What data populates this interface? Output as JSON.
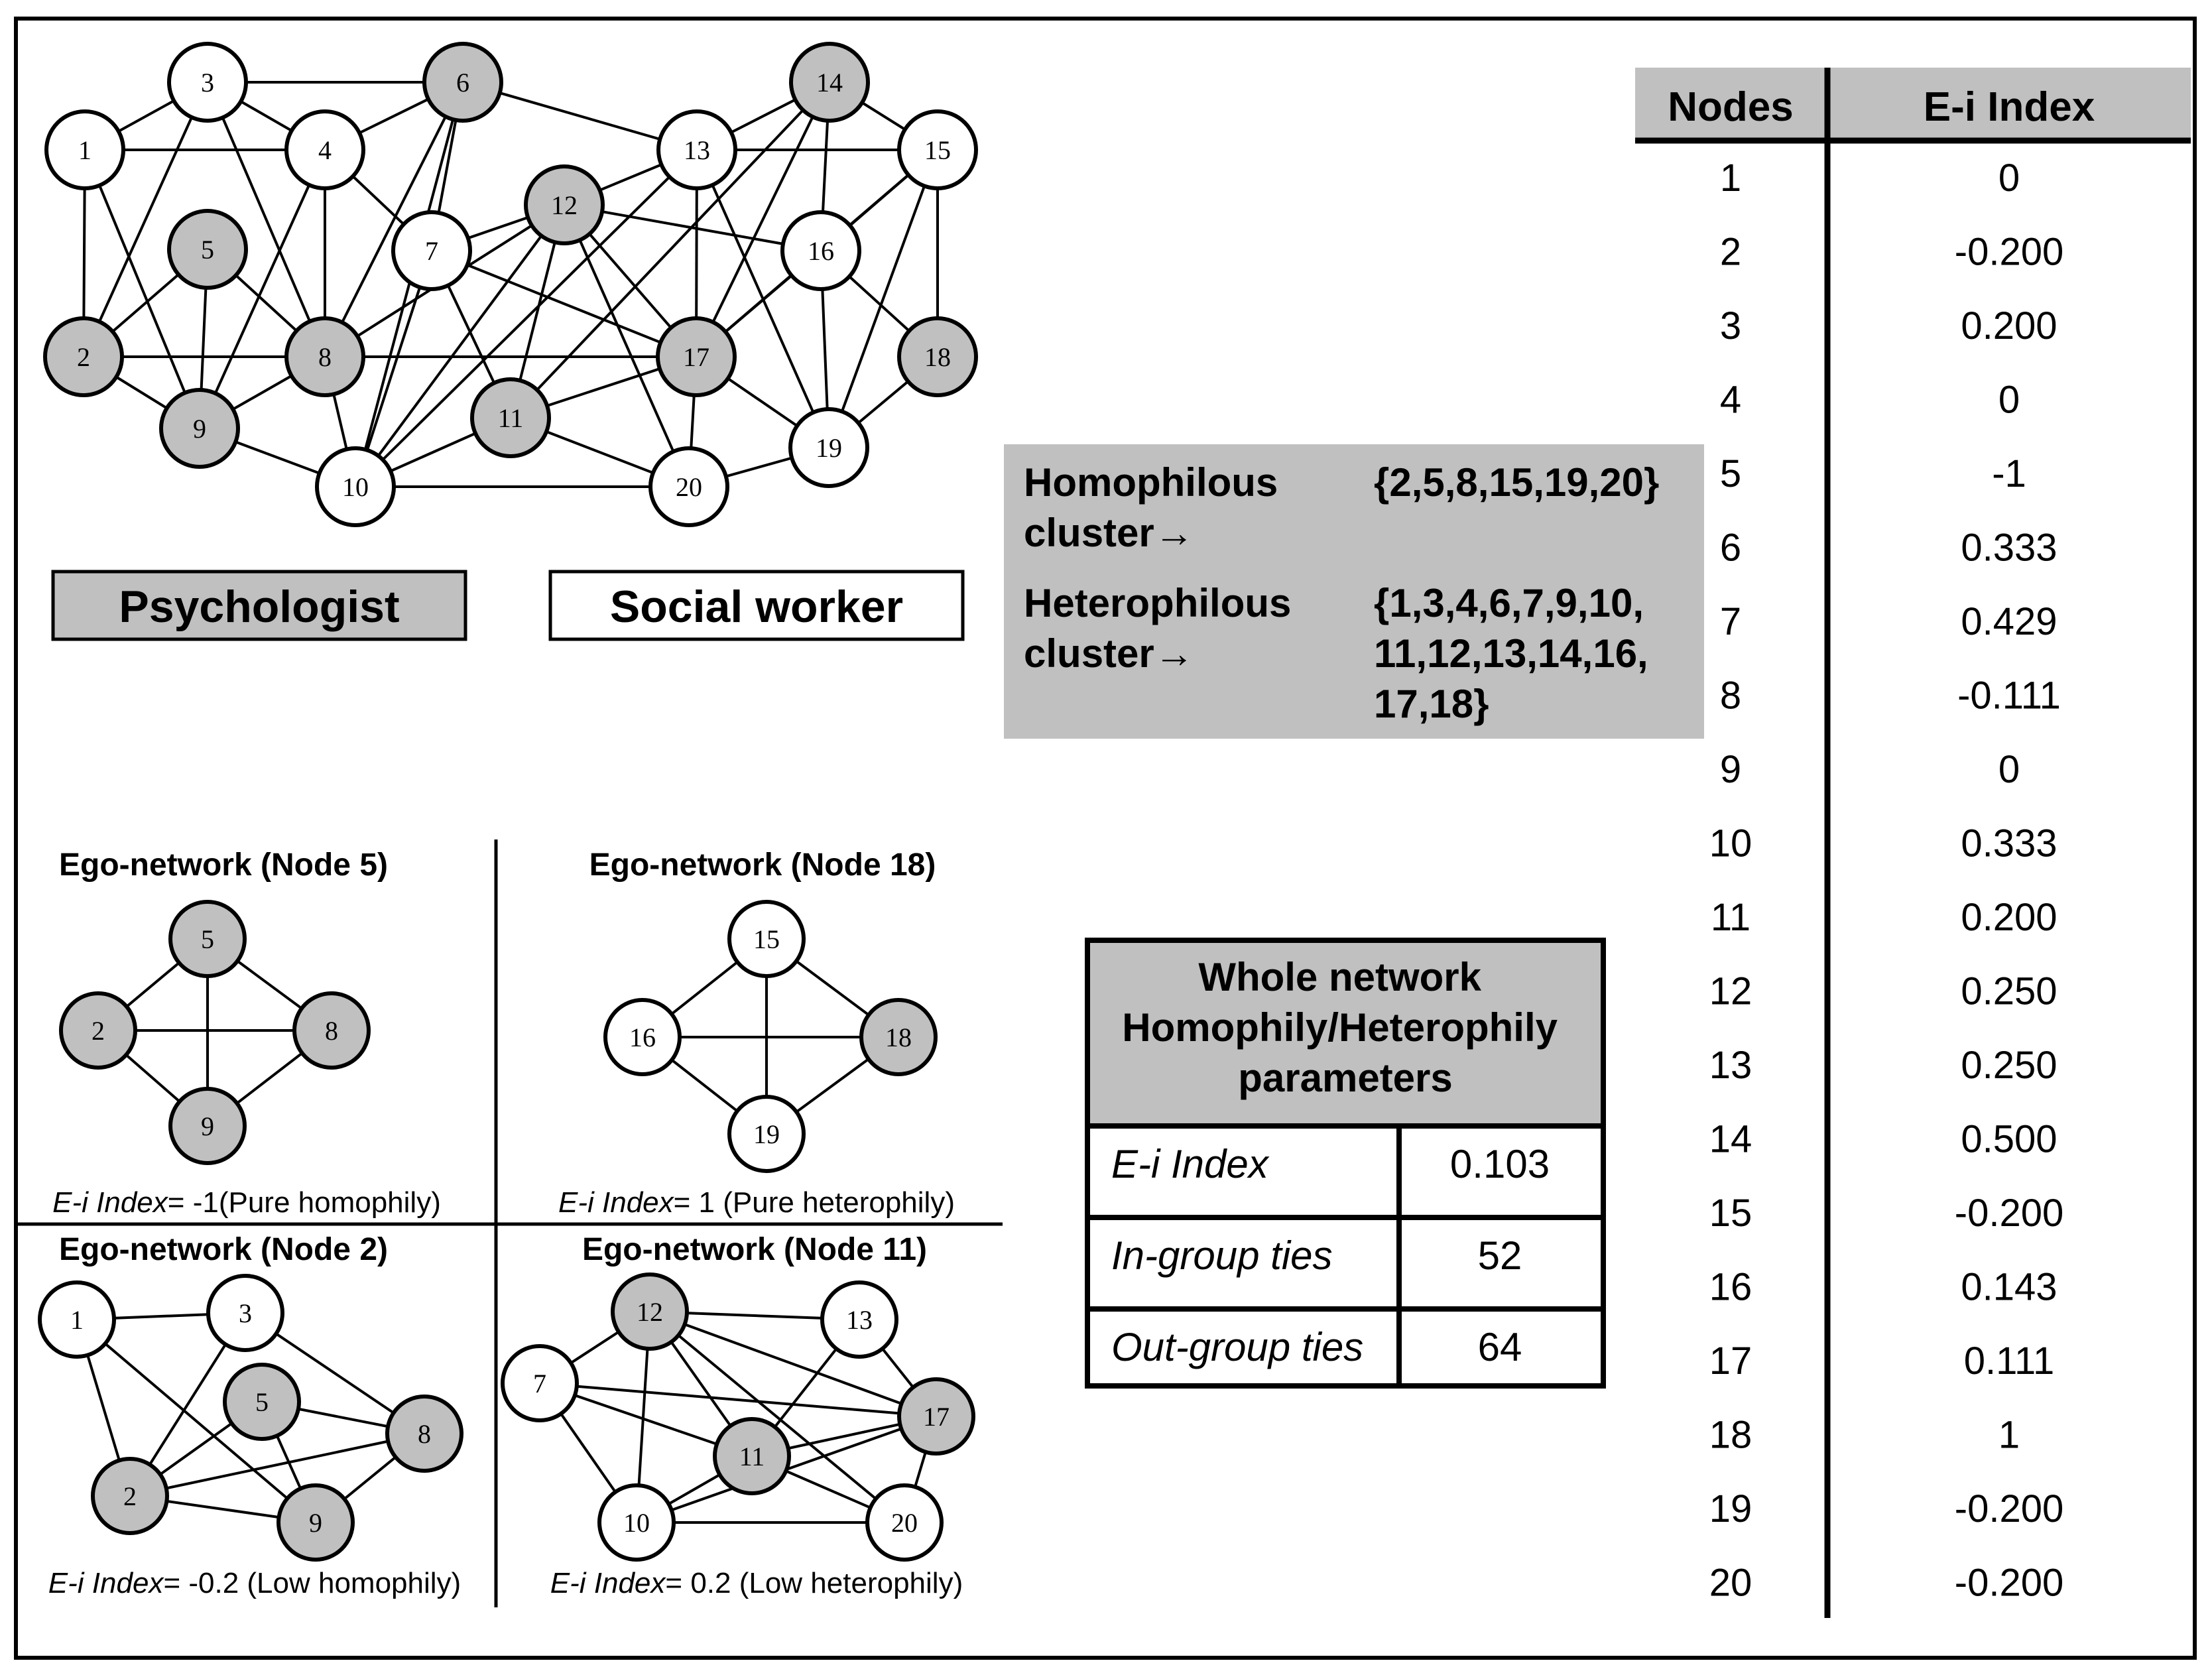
{
  "colors": {
    "psychologist_fill": "#c0c0c0",
    "social_worker_fill": "#ffffff",
    "cluster_box": "#c0c0c0",
    "table_header": "#c0c0c0",
    "stroke": "#000000"
  },
  "legend": {
    "psychologist": "Psychologist",
    "social_worker": "Social worker"
  },
  "main_network": {
    "nodes": [
      {
        "id": "1",
        "group": "social_worker"
      },
      {
        "id": "2",
        "group": "psychologist"
      },
      {
        "id": "3",
        "group": "social_worker"
      },
      {
        "id": "4",
        "group": "social_worker"
      },
      {
        "id": "5",
        "group": "psychologist"
      },
      {
        "id": "6",
        "group": "psychologist"
      },
      {
        "id": "7",
        "group": "social_worker"
      },
      {
        "id": "8",
        "group": "psychologist"
      },
      {
        "id": "9",
        "group": "psychologist"
      },
      {
        "id": "10",
        "group": "social_worker"
      },
      {
        "id": "11",
        "group": "psychologist"
      },
      {
        "id": "12",
        "group": "psychologist"
      },
      {
        "id": "13",
        "group": "social_worker"
      },
      {
        "id": "14",
        "group": "psychologist"
      },
      {
        "id": "15",
        "group": "social_worker"
      },
      {
        "id": "16",
        "group": "social_worker"
      },
      {
        "id": "17",
        "group": "psychologist"
      },
      {
        "id": "18",
        "group": "psychologist"
      },
      {
        "id": "19",
        "group": "social_worker"
      },
      {
        "id": "20",
        "group": "social_worker"
      }
    ]
  },
  "clusters": {
    "homophilous_label": "Homophilous cluster→",
    "homophilous_members": "{2,5,8,15,19,20}",
    "heterophilous_label": "Heterophilous cluster→",
    "heterophilous_members": "{1,3,4,6,7,9,10, 11,12,13,14,16, 17,18}"
  },
  "ego_networks": [
    {
      "title": "Ego-network (Node 5)",
      "caption_prefix": "E-i Index",
      "caption_rest": "= -1(Pure homophily)"
    },
    {
      "title": "Ego-network (Node 18)",
      "caption_prefix": "E-i Index",
      "caption_rest": "= 1 (Pure heterophily)"
    },
    {
      "title": "Ego-network (Node 2)",
      "caption_prefix": "E-i Index",
      "caption_rest": "= -0.2 (Low homophily)"
    },
    {
      "title": "Ego-network (Node 11)",
      "caption_prefix": "E-i Index",
      "caption_rest": "= 0.2 (Low heterophily)"
    }
  ],
  "whole_network": {
    "title_line1": "Whole network",
    "title_line2": "Homophily/Heterophily",
    "title_line3": "parameters",
    "rows": [
      {
        "label": "E-i Index",
        "value": "0.103"
      },
      {
        "label": "In-group ties",
        "value": "52"
      },
      {
        "label": "Out-group ties",
        "value": "64"
      }
    ]
  },
  "ei_table": {
    "headers": [
      "Nodes",
      "E-i Index"
    ],
    "rows": [
      [
        "1",
        "0"
      ],
      [
        "2",
        "-0.200"
      ],
      [
        "3",
        "0.200"
      ],
      [
        "4",
        "0"
      ],
      [
        "5",
        "-1"
      ],
      [
        "6",
        "0.333"
      ],
      [
        "7",
        "0.429"
      ],
      [
        "8",
        "-0.111"
      ],
      [
        "9",
        "0"
      ],
      [
        "10",
        "0.333"
      ],
      [
        "11",
        "0.200"
      ],
      [
        "12",
        "0.250"
      ],
      [
        "13",
        "0.250"
      ],
      [
        "14",
        "0.500"
      ],
      [
        "15",
        "-0.200"
      ],
      [
        "16",
        "0.143"
      ],
      [
        "17",
        "0.111"
      ],
      [
        "18",
        "1"
      ],
      [
        "19",
        "-0.200"
      ],
      [
        "20",
        "-0.200"
      ]
    ]
  }
}
